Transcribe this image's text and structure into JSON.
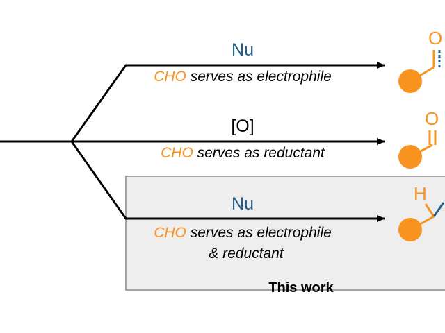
{
  "colors": {
    "accent": "#f7931e",
    "nucleophile": "#1f5f8b",
    "line": "#000000",
    "box_fill": "#eeeeee",
    "box_border": "#a3a3a3"
  },
  "routes": [
    {
      "reagent": "Nu",
      "reagent_color": "#1f5f8b",
      "cond_highlight": "CHO",
      "cond_rest": " serves as electrophile",
      "cond_line2": ""
    },
    {
      "reagent": "[O]",
      "reagent_color": "#000000",
      "cond_highlight": "CHO",
      "cond_rest": " serves as reductant",
      "cond_line2": ""
    },
    {
      "reagent": "Nu",
      "reagent_color": "#1f5f8b",
      "cond_highlight": "CHO",
      "cond_rest": " serves as electrophile",
      "cond_line2": "& reductant"
    }
  ],
  "products": {
    "route1_atom": "O",
    "route2_atom": "O",
    "route3_atom": "H"
  },
  "highlight_box": {
    "label": "This work"
  }
}
